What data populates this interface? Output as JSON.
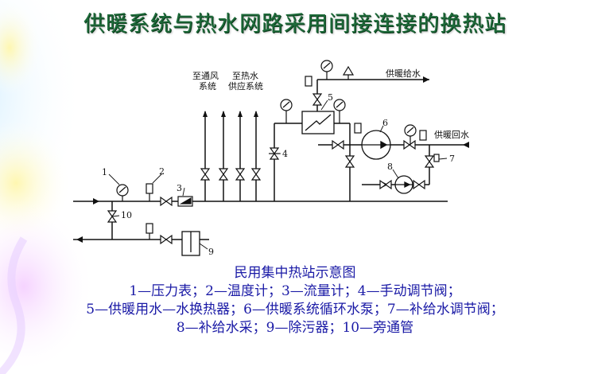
{
  "title": "供暖系统与热水网路采用间接连接的换热站",
  "diagram": {
    "labels": {
      "to_ventilation_1": "至通风",
      "to_ventilation_2": "系统",
      "to_hotwater_1": "至热水",
      "to_hotwater_2": "供应系统",
      "heating_supply": "供暖给水",
      "heating_return": "供暖回水"
    },
    "numbers": [
      "1",
      "2",
      "3",
      "4",
      "5",
      "6",
      "7",
      "8",
      "9",
      "10"
    ]
  },
  "caption": {
    "title": "民用集中热站示意图",
    "line1": "1—压力表；2—温度计；3—流量计；4—手动调节阀；",
    "line2": "5—供暖用水—水换热器；6—供暖系统循环水泵；7—补给水调节阀；",
    "line3": "8—补给水采；9—除污器；10—旁通管"
  },
  "colors": {
    "title": "#1e6b3a",
    "caption": "#1a1aa6",
    "line": "#111111"
  }
}
